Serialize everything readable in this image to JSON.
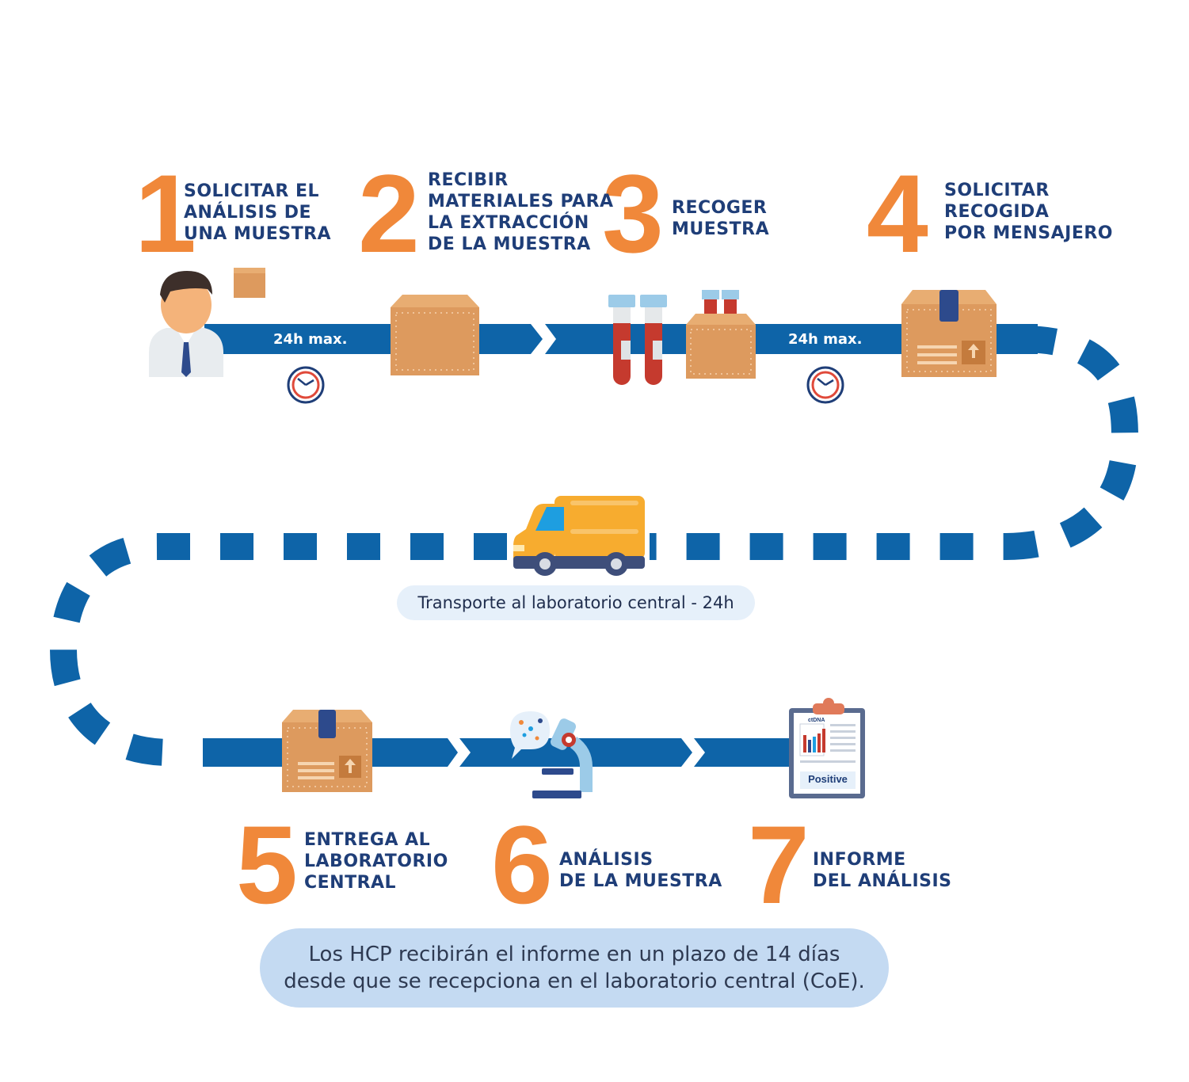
{
  "colors": {
    "orange": "#f0883a",
    "navy": "#1f3e78",
    "blue": "#0e64a8",
    "box": "#dd9a5e"
  },
  "steps": [
    {
      "number": "1",
      "lines": [
        "SOLICITAR EL",
        "ANÁLISIS DE",
        "UNA MUESTRA"
      ],
      "icon": "doctor-icon"
    },
    {
      "number": "2",
      "lines": [
        "RECIBIR",
        "MATERIALES PARA",
        "LA EXTRACCIÓN",
        "DE LA MUESTRA"
      ],
      "icon": "box-icon"
    },
    {
      "number": "3",
      "lines": [
        "RECOGER",
        "MUESTRA"
      ],
      "icon": "blood-tubes-icon"
    },
    {
      "number": "4",
      "lines": [
        "SOLICITAR",
        "RECOGIDA",
        "POR MENSAJERO"
      ],
      "icon": "sealed-box-icon"
    },
    {
      "number": "5",
      "lines": [
        "ENTREGA AL",
        "LABORATORIO",
        "CENTRAL"
      ],
      "icon": "sealed-box-icon"
    },
    {
      "number": "6",
      "lines": [
        "ANÁLISIS",
        "DE LA MUESTRA"
      ],
      "icon": "microscope-icon"
    },
    {
      "number": "7",
      "lines": [
        "INFORME",
        "DEL ANÁLISIS"
      ],
      "icon": "report-clipboard-icon"
    }
  ],
  "time_tags": [
    "24h max.",
    "24h max."
  ],
  "transport_label": "Transporte al laboratorio central - 24h",
  "report": {
    "brand": "ctDNA",
    "result": "Positive"
  },
  "note_lines": [
    "Los HCP recibirán el informe en un plazo de 14 días",
    "desde que se recepciona en el laboratorio central (CoE)."
  ]
}
